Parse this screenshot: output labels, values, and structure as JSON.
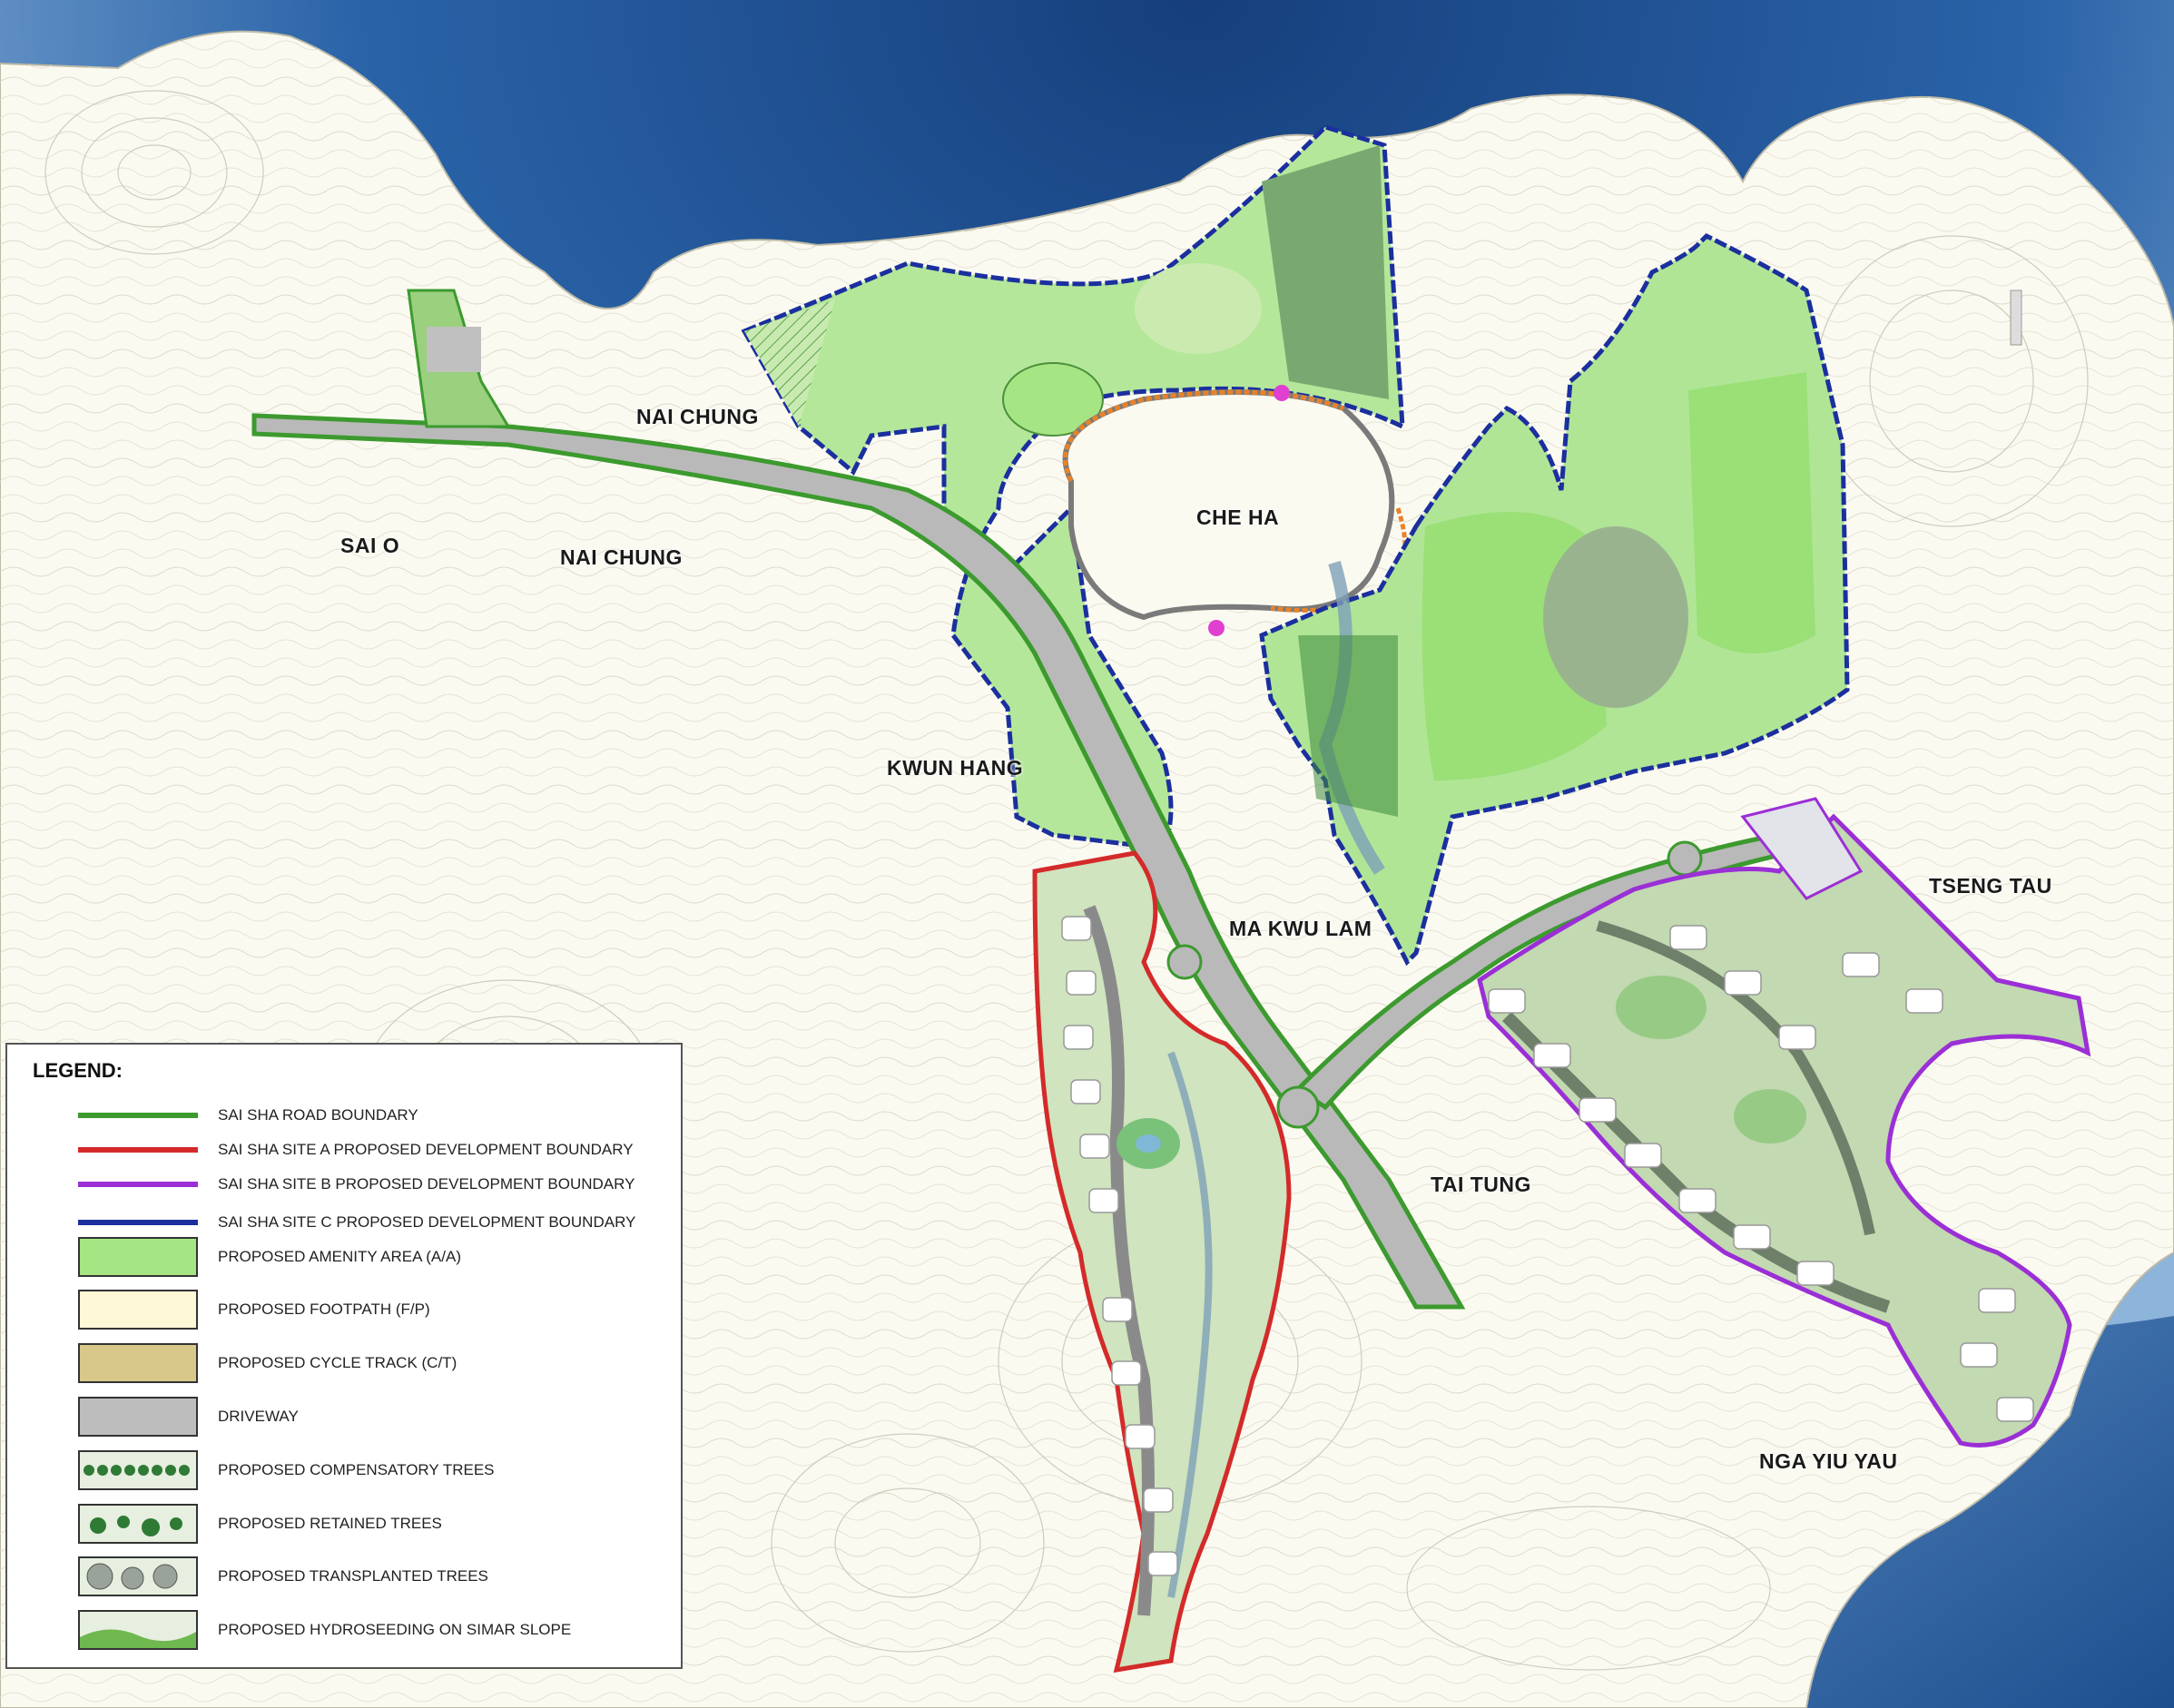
{
  "map": {
    "place_names": {
      "nai_chung_north": "NAI CHUNG",
      "sai_o": "SAI O",
      "nai_chung_south": "NAI CHUNG",
      "che_ha": "CHE HA",
      "kwun_hang": "KWUN HANG",
      "ma_kwu_lam": "MA KWU LAM",
      "tseng_tau": "TSENG TAU",
      "tai_tung": "TAI TUNG",
      "nga_yiu_yau": "NGA YIU YAU"
    },
    "colors": {
      "sea_deep": "#1d4f8f",
      "sea_light": "#7fa8d0",
      "land": "#fbfaf1",
      "amenity": "#a6e583",
      "amenity_dark": "#3a8a3a",
      "footpath": "#fff8d6",
      "cycle_track": "#d8c98a",
      "driveway": "#bdbdbd",
      "road_boundary": "#3c9a2e",
      "site_a_boundary": "#d42a2a",
      "site_b_boundary": "#9b2fd6",
      "site_c_boundary": "#1b2f9e",
      "orange_track": "#e8822a",
      "pink_marker": "#e040d0"
    }
  },
  "legend": {
    "title": "LEGEND:",
    "items": [
      {
        "label": "SAI SHA ROAD BOUNDARY",
        "kind": "line",
        "color": "#3c9a2e"
      },
      {
        "label": "SAI SHA SITE A PROPOSED DEVELOPMENT BOUNDARY",
        "kind": "line",
        "color": "#d42a2a"
      },
      {
        "label": "SAI SHA SITE B PROPOSED DEVELOPMENT BOUNDARY",
        "kind": "line",
        "color": "#9b2fd6"
      },
      {
        "label": "SAI SHA SITE C PROPOSED DEVELOPMENT BOUNDARY",
        "kind": "line",
        "color": "#1b2f9e"
      },
      {
        "label": "PROPOSED AMENITY AREA (A/A)",
        "kind": "box",
        "color": "#a6e583"
      },
      {
        "label": "PROPOSED FOOTPATH (F/P)",
        "kind": "box",
        "color": "#fff8d6"
      },
      {
        "label": "PROPOSED CYCLE TRACK (C/T)",
        "kind": "box",
        "color": "#d8c98a"
      },
      {
        "label": "DRIVEWAY",
        "kind": "box",
        "color": "#bdbdbd"
      },
      {
        "label": "PROPOSED COMPENSATORY TREES",
        "kind": "pattern-trees-row",
        "color": "#2f7a35"
      },
      {
        "label": "PROPOSED RETAINED TREES",
        "kind": "pattern-retained",
        "color": "#2f7a35"
      },
      {
        "label": "PROPOSED TRANSPLANTED TREES",
        "kind": "pattern-transplanted",
        "color": "#9aa39a"
      },
      {
        "label": "PROPOSED HYDROSEEDING ON SIMAR SLOPE",
        "kind": "pattern-hydro",
        "color": "#6eb84f"
      }
    ]
  }
}
